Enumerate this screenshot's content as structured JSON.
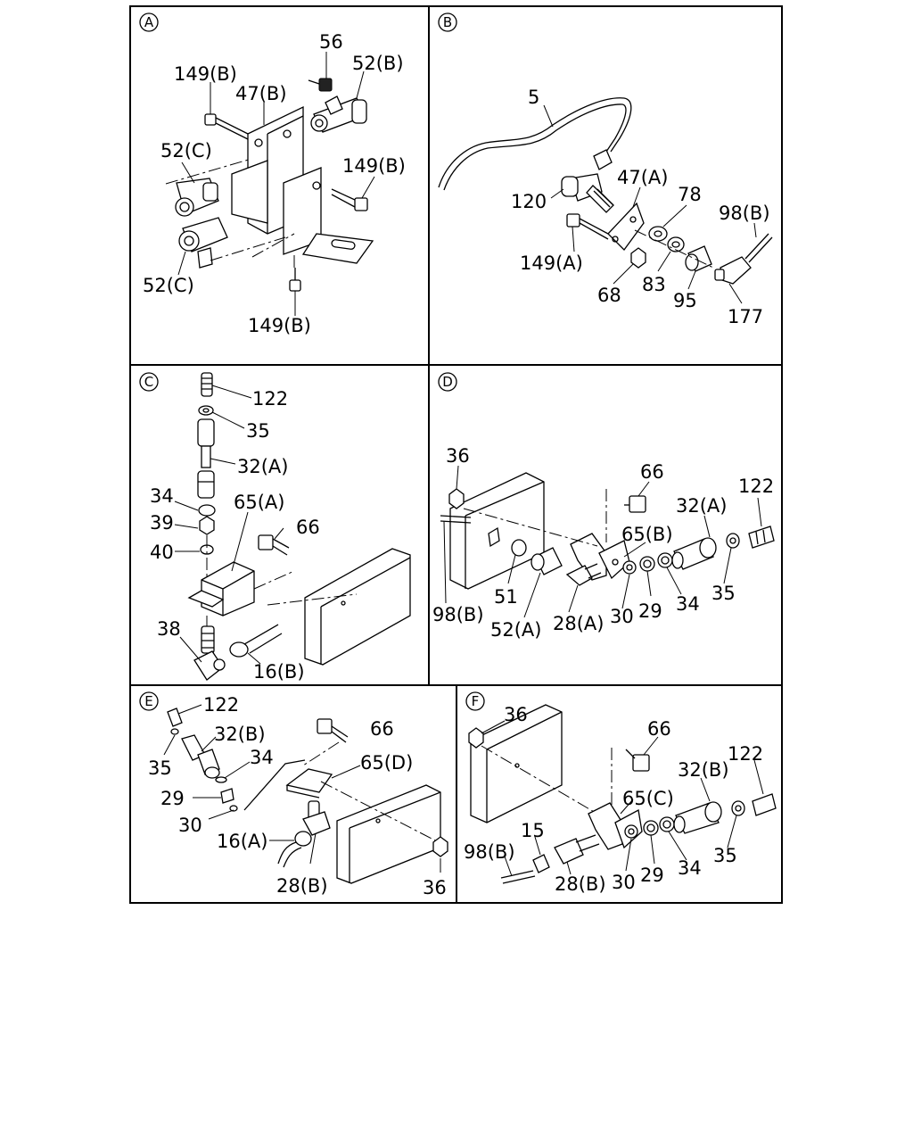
{
  "panels": [
    {
      "letter": "A",
      "labels": [
        "56",
        "52(B)",
        "149(B)",
        "47(B)",
        "52(C)",
        "149(B)",
        "52(C)",
        "149(B)"
      ]
    },
    {
      "letter": "B",
      "labels": [
        "5",
        "47(A)",
        "120",
        "78",
        "98(B)",
        "149(A)",
        "68",
        "83",
        "95",
        "177"
      ]
    },
    {
      "letter": "C",
      "labels": [
        "122",
        "35",
        "32(A)",
        "34",
        "65(A)",
        "39",
        "66",
        "40",
        "38",
        "16(B)"
      ]
    },
    {
      "letter": "D",
      "labels": [
        "36",
        "66",
        "32(A)",
        "122",
        "65(B)",
        "51",
        "98(B)",
        "52(A)",
        "28(A)",
        "30",
        "29",
        "34",
        "35"
      ]
    },
    {
      "letter": "E",
      "labels": [
        "122",
        "32(B)",
        "66",
        "34",
        "35",
        "65(D)",
        "29",
        "30",
        "16(A)",
        "28(B)",
        "36"
      ]
    },
    {
      "letter": "F",
      "labels": [
        "36",
        "66",
        "122",
        "32(B)",
        "65(C)",
        "15",
        "98(B)",
        "28(B)",
        "30",
        "29",
        "34",
        "35"
      ]
    }
  ]
}
